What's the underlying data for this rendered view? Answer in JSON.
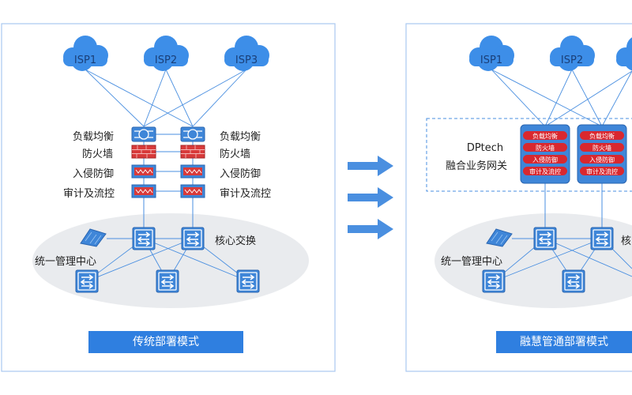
{
  "left": {
    "isp": [
      "ISP1",
      "ISP2",
      "ISP3"
    ],
    "devices": [
      "负载均衡",
      "防火墙",
      "入侵防御",
      "审计及流控"
    ],
    "core_label": "核心交换",
    "mgmt_label": "统一管理中心",
    "caption": "传统部署模式"
  },
  "right": {
    "isp": [
      "ISP1",
      "ISP2"
    ],
    "gateway_title": "DPtech",
    "gateway_subtitle": "融合业务网关",
    "pills": [
      "负载均衡",
      "防火墙",
      "入侵防御",
      "审计及流控"
    ],
    "core_label_partial": "核",
    "mgmt_label": "统一管理中心",
    "caption": "融慧管通部署模式"
  },
  "colors": {
    "accent": "#2f7fe0",
    "cloud": "#3d8ee8",
    "firewall": "#d83a3a",
    "pill": "#d9282f",
    "line": "#4a8fe0",
    "ellipse": "#e9ebee"
  }
}
